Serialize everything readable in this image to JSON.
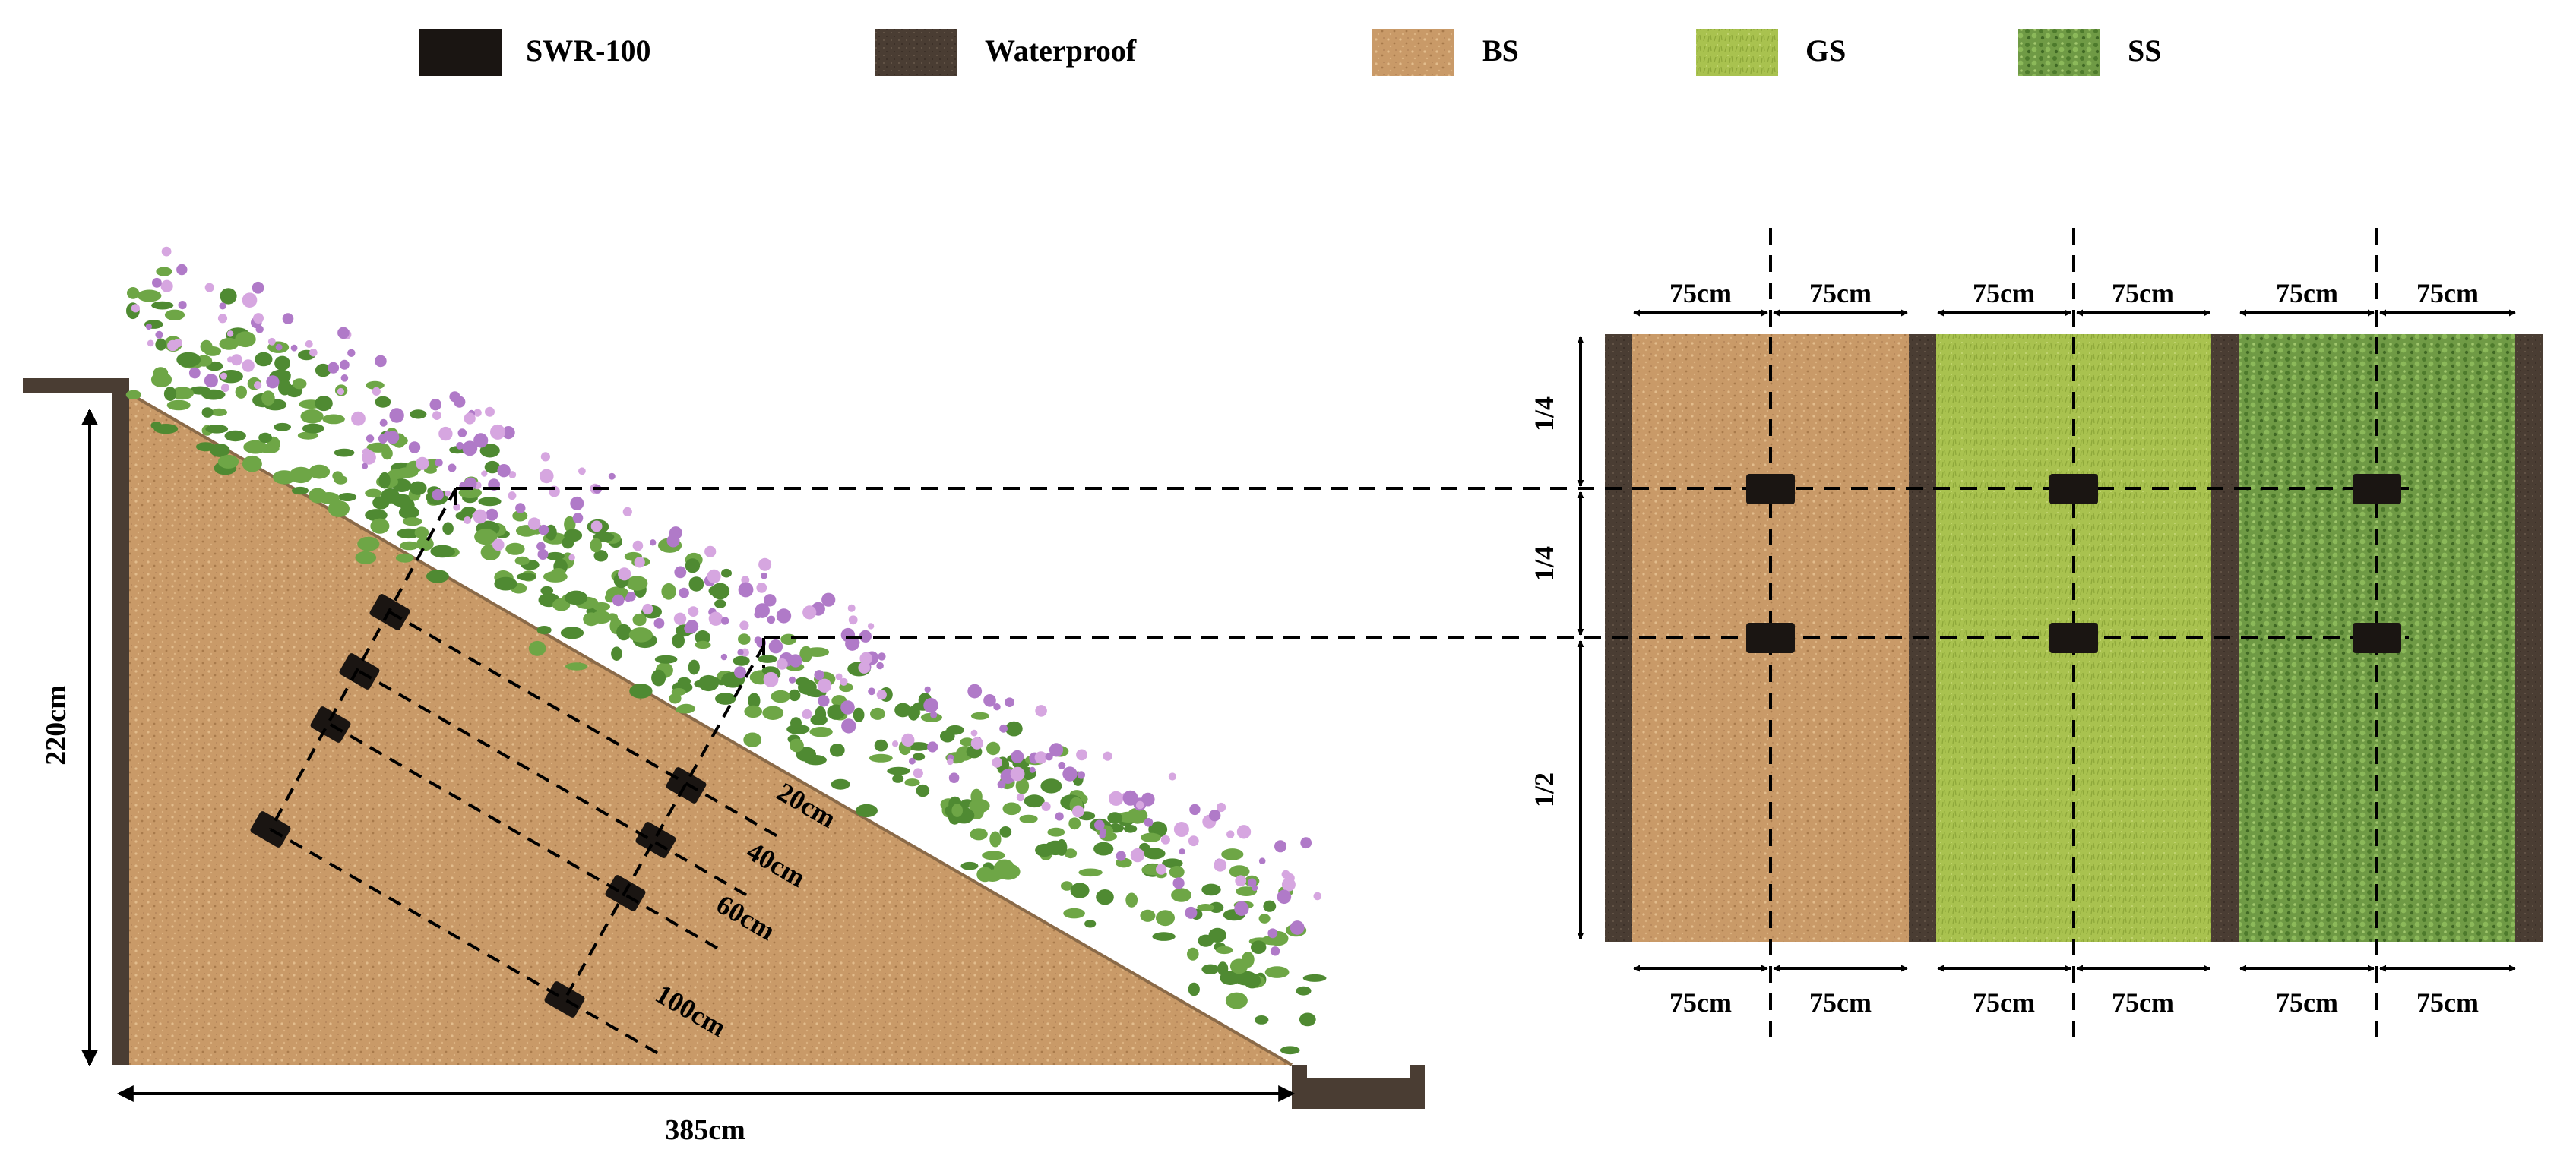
{
  "colors": {
    "sensor": "#1a1512",
    "waterproof": "#4a3d33",
    "bare_soil": "#c99a68",
    "grass_soil": "#a9c24f",
    "shrub_soil": "#5f8a3a",
    "flower": "#b07ac8",
    "foliage": "#4f8a32",
    "background": "#ffffff"
  },
  "legend": [
    {
      "key": "sensor",
      "label": "SWR-100",
      "icon": "sensor-swatch"
    },
    {
      "key": "waterproof",
      "label": "Waterproof",
      "icon": "waterproof-swatch"
    },
    {
      "key": "bare_soil",
      "label": "BS",
      "icon": "bare-soil-swatch"
    },
    {
      "key": "grass_soil",
      "label": "GS",
      "icon": "grass-soil-swatch"
    },
    {
      "key": "shrub_soil",
      "label": "SS",
      "icon": "shrub-soil-swatch"
    }
  ],
  "slope_section": {
    "height_label": "220cm",
    "width_label": "385cm",
    "depth_labels": [
      "20cm",
      "40cm",
      "60cm",
      "100cm"
    ]
  },
  "plan_view": {
    "column_width_labels": [
      "75cm",
      "75cm",
      "75cm",
      "75cm",
      "75cm",
      "75cm"
    ],
    "row_fractions": [
      "1/4",
      "1/4",
      "1/2"
    ],
    "strips": [
      "BS",
      "GS",
      "SS"
    ]
  }
}
